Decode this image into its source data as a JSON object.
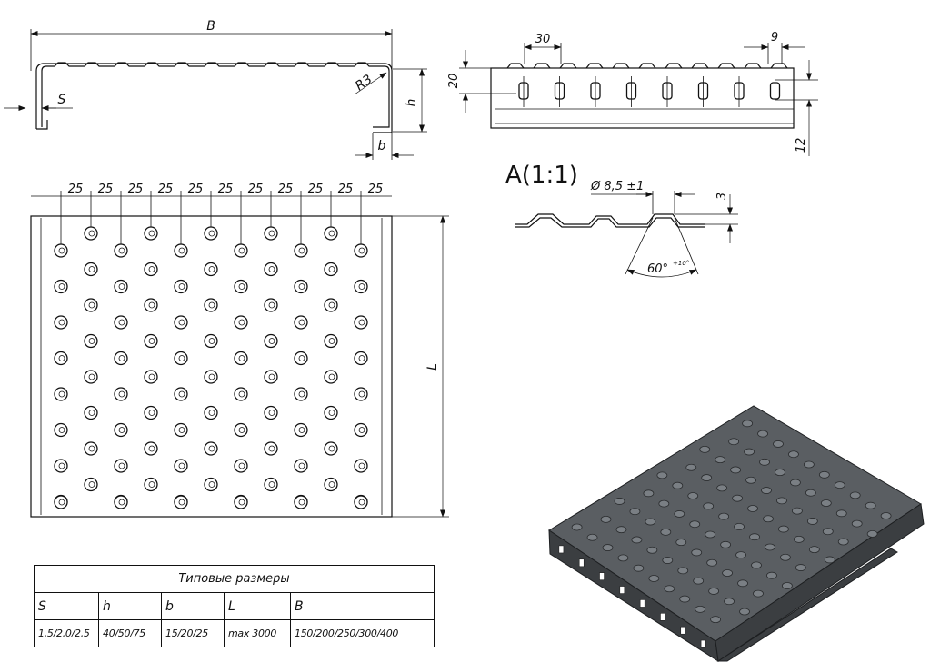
{
  "views": {
    "front": {
      "B": "B",
      "S": "S",
      "R": "R3",
      "h": "h",
      "b": "b"
    },
    "side": {
      "pitch": "30",
      "edge": "9",
      "height": "20",
      "offset": "12"
    },
    "plan": {
      "spacing": [
        "25",
        "25",
        "25",
        "25",
        "25",
        "25",
        "25",
        "25",
        "25",
        "25",
        "25"
      ],
      "length": "L"
    },
    "detail": {
      "title": "A(1:1)",
      "diameter": "Ø 8,5 ±1",
      "depth": "3",
      "angle": "60°",
      "angle_tol": "+10°"
    }
  },
  "table": {
    "title": "Типовые размеры",
    "headers": [
      "S",
      "h",
      "b",
      "L",
      "B"
    ],
    "values": [
      "1,5/2,0/2,5",
      "40/50/75",
      "15/20/25",
      "max 3000",
      "150/200/250/300/400"
    ]
  },
  "colors": {
    "line": "#111111",
    "metal_top": "#5a5e62",
    "metal_side": "#3b3e41",
    "background": "#ffffff"
  }
}
